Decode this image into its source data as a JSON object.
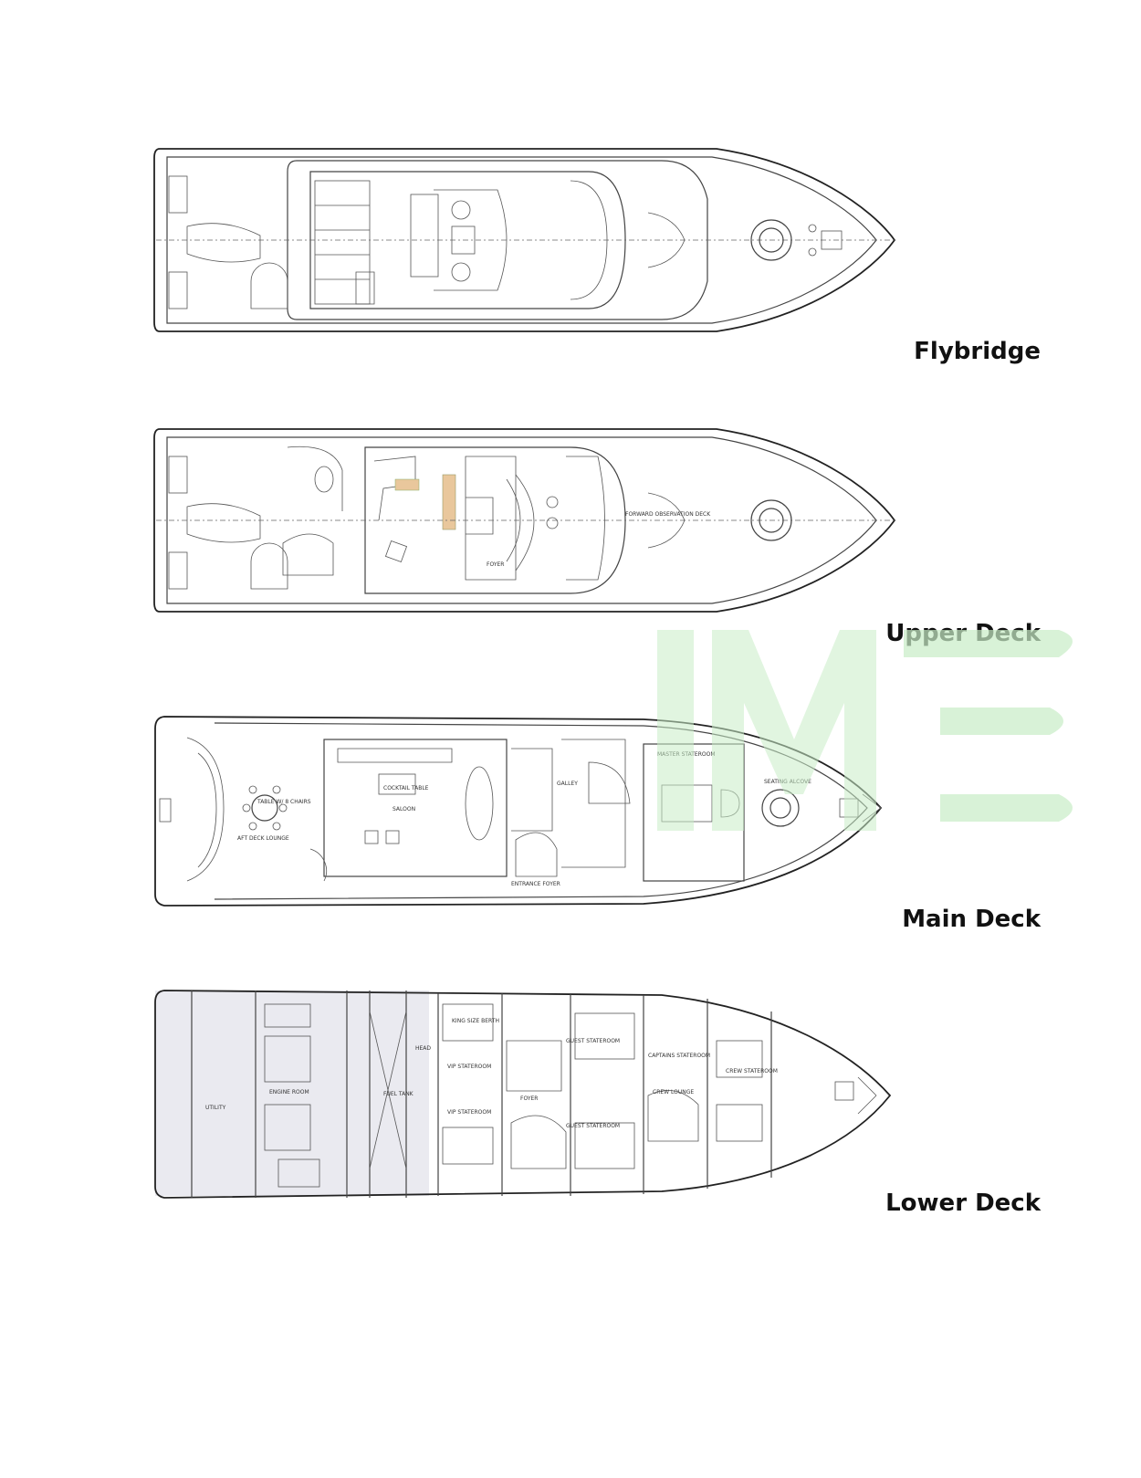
{
  "decks": [
    {
      "id": "flybridge",
      "label": "Flybridge"
    },
    {
      "id": "upper",
      "label": "Upper Deck"
    },
    {
      "id": "main",
      "label": "Main Deck"
    },
    {
      "id": "lower",
      "label": "Lower Deck"
    }
  ],
  "plan_labels": {
    "upper_observation": "FORWARD OBSERVATION DECK",
    "upper_foyer": "FOYER",
    "main_saloon": "SALOON",
    "main_cocktail": "COCKTAIL TABLE",
    "main_aft_lounge": "AFT DECK LOUNGE",
    "main_table": "TABLE W/ 8 CHAIRS",
    "main_galley": "GALLEY",
    "main_master": "MASTER STATEROOM",
    "main_seating": "SEATING ALCOVE",
    "main_entrance": "ENTRANCE FOYER",
    "lower_engine": "ENGINE ROOM",
    "lower_fuel": "FUEL TANK",
    "lower_vip1": "VIP STATEROOM",
    "lower_vip2": "VIP STATEROOM",
    "lower_head": "HEAD",
    "lower_guest1": "GUEST STATEROOM",
    "lower_guest2": "GUEST STATEROOM",
    "lower_captain": "CAPTAINS STATEROOM",
    "lower_crew_lounge": "CREW LOUNGE",
    "lower_crew": "CREW STATEROOM",
    "lower_foyer": "FOYER",
    "lower_utility": "UTILITY",
    "lower_king": "KING SIZE BERTH"
  },
  "colors": {
    "line": "#444444",
    "watermark": "#c8ecc6",
    "highlight": "#e9c79c"
  }
}
